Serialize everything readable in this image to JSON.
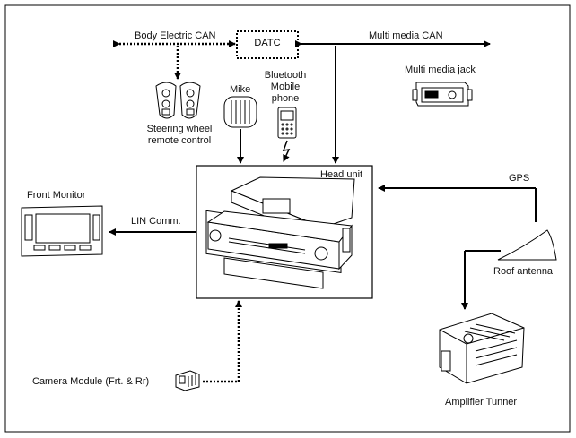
{
  "labels": {
    "body_can": "Body Electric CAN",
    "datc": "DATC",
    "multimedia_can": "Multi media CAN",
    "multimedia_jack": "Multi media jack",
    "steering_line1": "Steering wheel",
    "steering_line2": "remote control",
    "mike": "Mike",
    "bt_line1": "Bluetooth",
    "bt_line2": "Mobile",
    "bt_line3": "phone",
    "head_unit": "Head unit",
    "gps": "GPS",
    "front_monitor": "Front Monitor",
    "lin": "LIN Comm.",
    "roof_antenna": "Roof antenna",
    "camera": "Camera Module (Frt. & Rr)",
    "amplifier": "Amplifier Tunner"
  }
}
